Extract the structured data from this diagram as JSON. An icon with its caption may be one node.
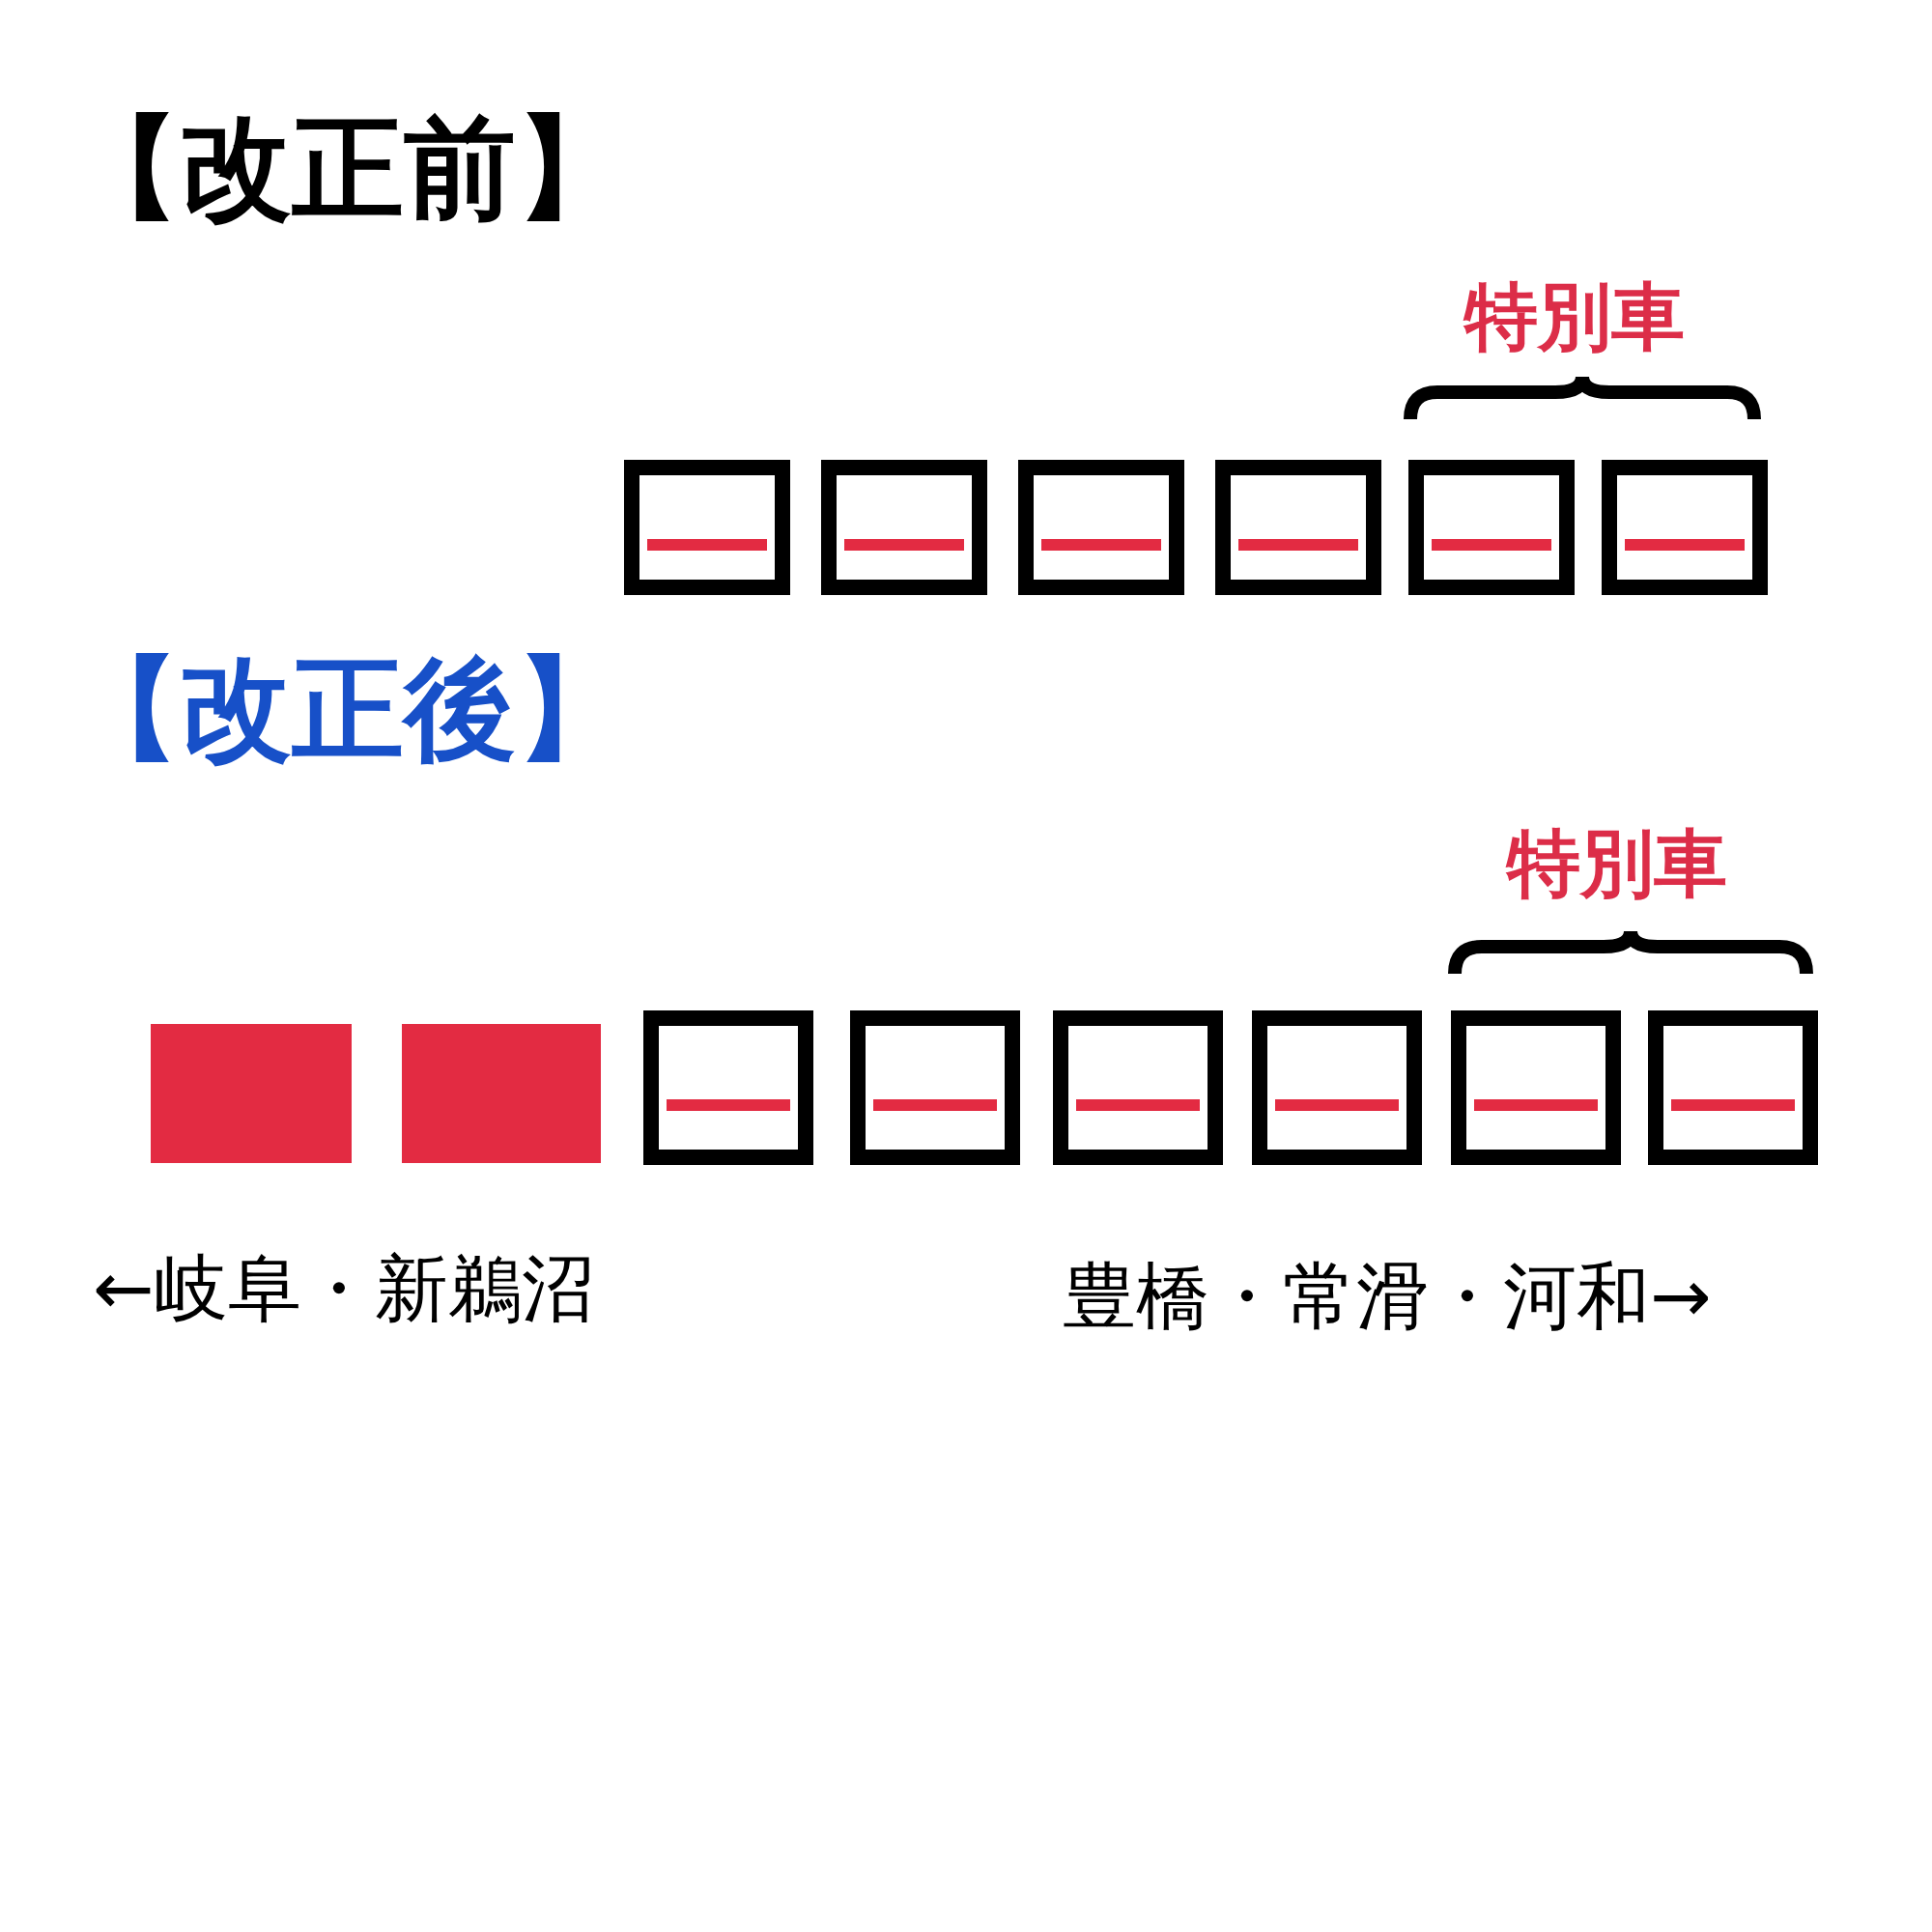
{
  "diagram": {
    "nodes": [
      {
        "text": [],
        "shape": "box"
      },
      {
        "text": [],
        "shape": "box"
      },
      {
        "text": [],
        "shape": "box"
      },
      {
        "text": [],
        "shape": "box"
      },
      {
        "text": [],
        "shape": "box"
      },
      {
        "text": [],
        "shape": "box"
      },
      {
        "text": [],
        "shape": "bar"
      },
      {
        "text": [],
        "shape": "bar"
      },
      {
        "text": [],
        "shape": "box"
      },
      {
        "text": [],
        "shape": "box"
      },
      {
        "text": [],
        "shape": "box"
      },
      {
        "text": [],
        "shape": "box"
      },
      {
        "text": [],
        "shape": "box"
      },
      {
        "text": [],
        "shape": "box"
      }
    ],
    "edges": [],
    "labels": [
      "【改正前】",
      "特別車",
      "【改正後】",
      "特別車",
      "←岐阜・新鵜沼",
      "豊橋・常滑・河和→"
    ]
  }
}
